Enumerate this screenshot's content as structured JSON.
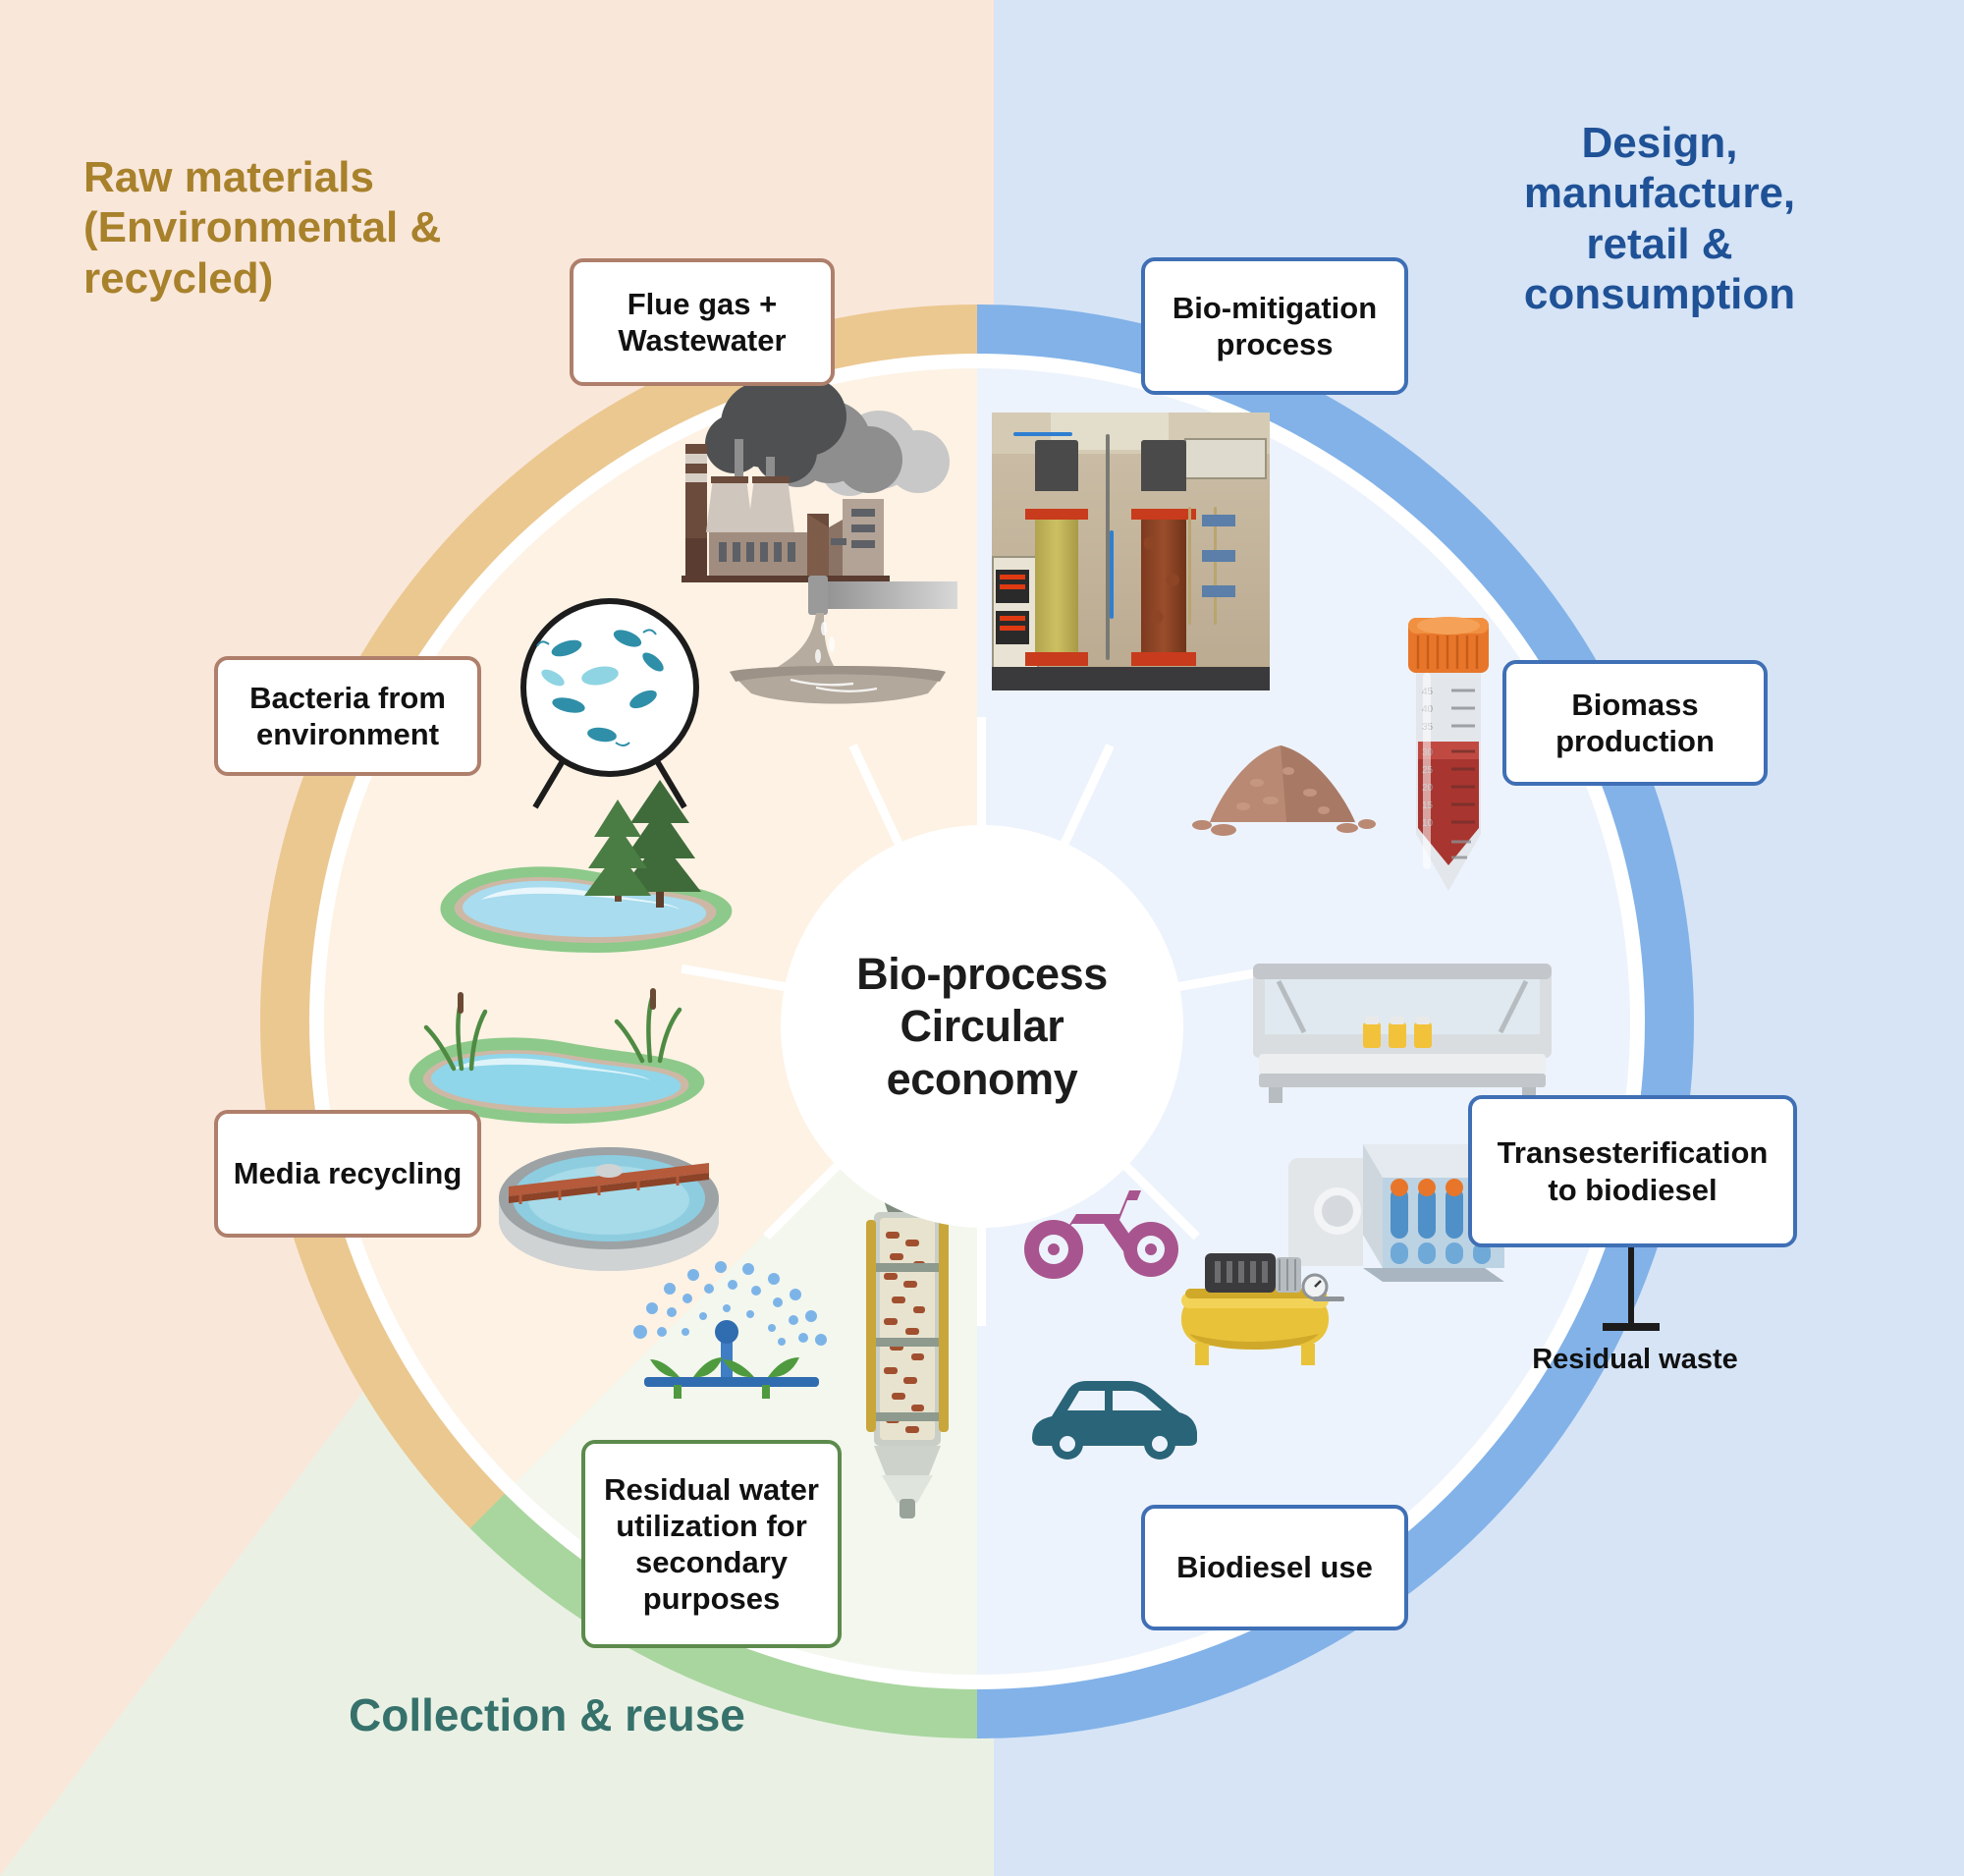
{
  "quadrant_titles": {
    "raw_materials": "Raw materials (Environmental & recycled)",
    "design": "Design, manufacture, retail & consumption",
    "collection": "Collection & reuse"
  },
  "hub": {
    "line1": "Bio-process",
    "line2": "Circular",
    "line3": "economy"
  },
  "labels": {
    "flue_gas": "Flue gas + Wastewater",
    "bacteria": "Bacteria from environment",
    "media_recycling": "Media recycling",
    "residual_water": "Residual water utilization for secondary purposes",
    "biomitigation": "Bio-mitigation process",
    "biomass": "Biomass production",
    "transesterification": "Transesterification to biodiesel",
    "biodiesel_use": "Biodiesel use",
    "residual_waste": "Residual waste"
  },
  "colors": {
    "bg_left": "#F9E7DA",
    "bg_right": "#D6E4F6",
    "bg_green": "#EAF1E4",
    "ring_blue": "#82B2E8",
    "ring_orange": "#EBC890",
    "ring_green": "#A9D69F",
    "title_gold": "#A8812B",
    "title_blue": "#1F5196",
    "title_teal": "#36716B",
    "border_brown": "#AE7F6B",
    "border_green": "#5C8B4C",
    "border_blue": "#3F6FB5"
  },
  "icons": {
    "factory": "factory-smokestack-icon",
    "wastewater": "wastewater-outfall-icon",
    "bacteria": "bacteria-magnifier-icon",
    "lake_trees": "lake-with-trees-icon",
    "lake_reeds": "lake-with-reeds-icon",
    "clarifier": "wastewater-clarifier-icon",
    "sprinkler": "irrigation-sprinkler-icon",
    "bioreactor_column": "packed-bed-bioreactor-icon",
    "photo": "bioreactor-columns-photo",
    "biomass_pile": "biomass-pile-icon",
    "centrifuge_tube": "centrifuge-tube-icon",
    "fume_hood": "laboratory-fume-hood-icon",
    "rotary_shaker": "rotary-tube-shaker-icon",
    "motorcycle": "motorcycle-icon",
    "compressor": "air-compressor-icon",
    "car": "car-icon"
  }
}
